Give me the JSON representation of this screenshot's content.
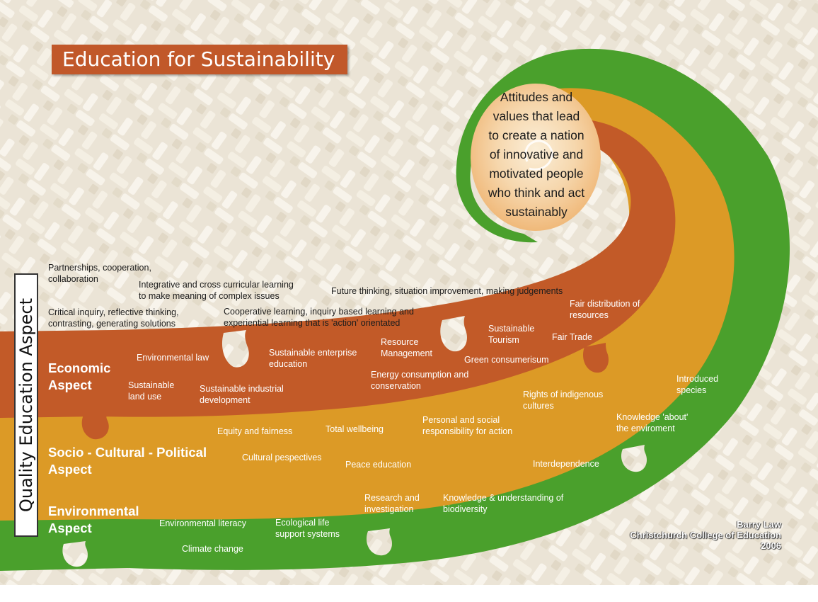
{
  "title": "Education for Sustainability",
  "vertical_label": "Quality Education Aspect",
  "center_text": [
    "Attitudes and",
    "values that lead",
    "to create a nation",
    "of innovative and",
    "motivated people",
    "who think and act",
    "sustainably"
  ],
  "aspects": {
    "economic": [
      "Economic",
      "Aspect"
    ],
    "socio": [
      "Socio - Cultural - Political",
      "Aspect"
    ],
    "environmental": [
      "Environmental",
      "Aspect"
    ]
  },
  "quality_labels": {
    "partnerships": [
      "Partnerships, cooperation,",
      "collaboration"
    ],
    "integrative": [
      "Integrative and cross curricular learning",
      "to make meaning of complex issues"
    ],
    "future": [
      "Future thinking, situation improvement, making judgements"
    ],
    "critical": [
      "Critical inquiry, reflective thinking,",
      "contrasting, generating solutions"
    ],
    "cooperative": [
      "Cooperative learning, inquiry based learning and",
      "experiential learning that is 'action' orientated"
    ]
  },
  "economic_labels": {
    "env_law": [
      "Environmental law"
    ],
    "sustainable_land": [
      "Sustainable",
      "land use"
    ],
    "sust_industrial": [
      "Sustainable industrial",
      "development"
    ],
    "sust_enterprise": [
      "Sustainable enterprise",
      "education"
    ],
    "resource": [
      "Resource",
      "Management"
    ],
    "energy": [
      "Energy consumption and",
      "conservation"
    ],
    "tourism": [
      "Sustainable",
      "Tourism"
    ],
    "green": [
      "Green consumerisum"
    ],
    "fair_trade": [
      "Fair Trade"
    ],
    "fair_distribution": [
      "Fair distribution of",
      "resources"
    ]
  },
  "socio_labels": {
    "equity": [
      "Equity and fairness"
    ],
    "wellbeing": [
      "Total wellbeing"
    ],
    "personal": [
      "Personal and social",
      "responsibility for action"
    ],
    "rights": [
      "Rights of indigenous",
      "cultures"
    ],
    "cultural": [
      "Cultural pespectives"
    ],
    "peace": [
      "Peace education"
    ]
  },
  "environmental_labels": {
    "introduced": [
      "Introduced",
      "species"
    ],
    "knowledge_about": [
      "Knowledge 'about'",
      "the enviroment"
    ],
    "interdependence": [
      "Interdependence"
    ],
    "research": [
      "Research and",
      "investigation"
    ],
    "biodiversity": [
      "Knowledge & understanding of",
      "biodiversity"
    ],
    "literacy": [
      "Environmental literacy"
    ],
    "ecological": [
      "Ecological life",
      "support systems"
    ],
    "climate": [
      "Climate change"
    ]
  },
  "credit": [
    "Barry Law",
    "Christchurch College of Education",
    "2006"
  ],
  "colors": {
    "green": "#4aa02c",
    "orange": "#dc9a26",
    "rust": "#c25a28",
    "peach": "#f4c48c",
    "weave": "#ebe4d6"
  }
}
